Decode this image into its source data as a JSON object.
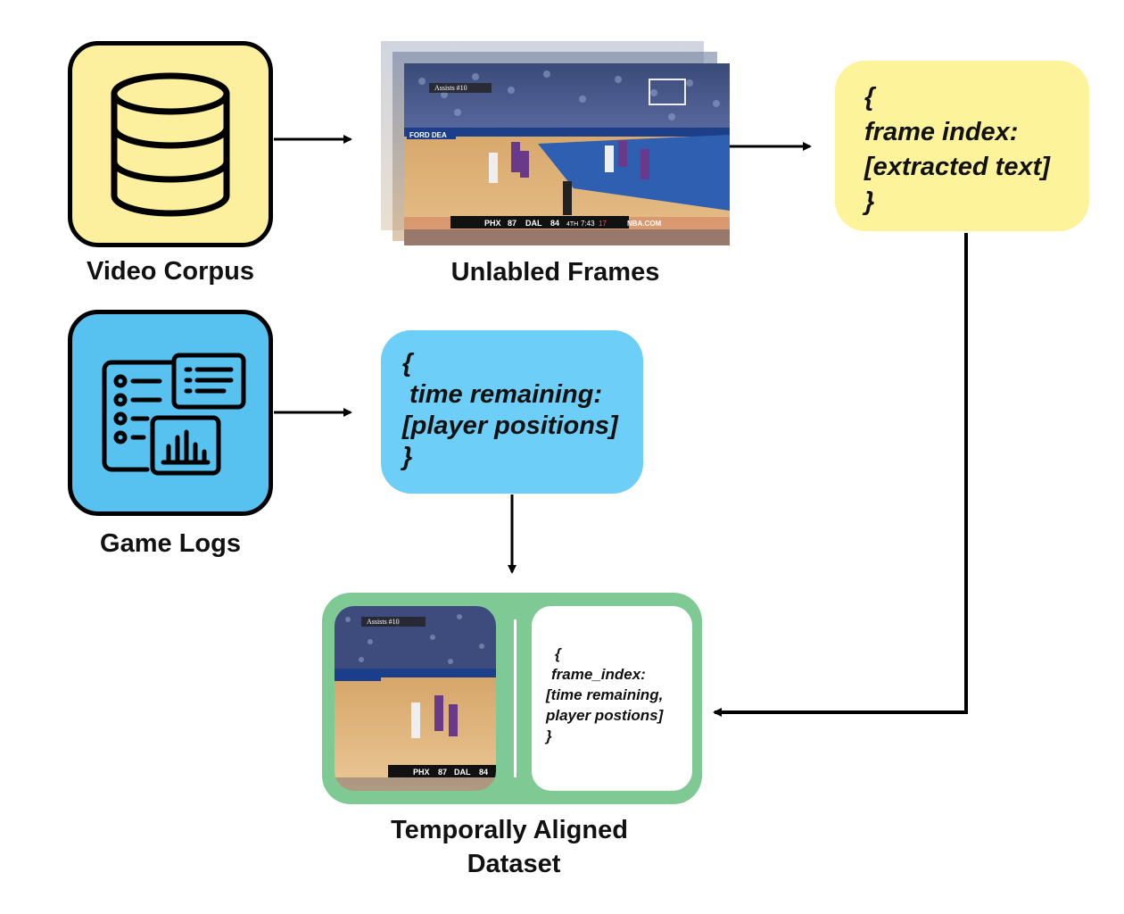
{
  "nodes": {
    "video_corpus": {
      "label": "Video Corpus"
    },
    "unlabeled_frames": {
      "label": "Unlabled Frames",
      "scoreboard": {
        "team_a": "PHX",
        "score_a": "87",
        "team_b": "DAL",
        "score_b": "84",
        "quarter": "4TH",
        "clock": "7:43",
        "shot_clock": "17",
        "network": "NBA.COM"
      },
      "overlay_text": "Assists #10",
      "banner_text": "FORD DEA"
    },
    "frame_json": {
      "lines": [
        "{",
        "frame index:",
        "[extracted text]",
        "}"
      ]
    },
    "game_logs": {
      "label": "Game Logs"
    },
    "logs_json": {
      "lines": [
        "{",
        " time remaining:",
        "[player positions]",
        "}"
      ]
    },
    "aligned_dataset": {
      "label_line1": "Temporally Aligned",
      "label_line2": "Dataset",
      "json_lines": [
        "{",
        "frame_index:",
        "[time remaining,",
        "player postions]",
        "}"
      ],
      "scoreboard": {
        "team_a": "PHX",
        "score_a": "87",
        "team_b": "DAL",
        "score_b": "84"
      },
      "overlay_text": "Assists #10"
    }
  },
  "colors": {
    "yellow": "#fcef9d",
    "yellow_json": "#fdf39a",
    "blue": "#57c1ef",
    "blue_json": "#6dcef7",
    "green_frame": "#7fca94"
  }
}
